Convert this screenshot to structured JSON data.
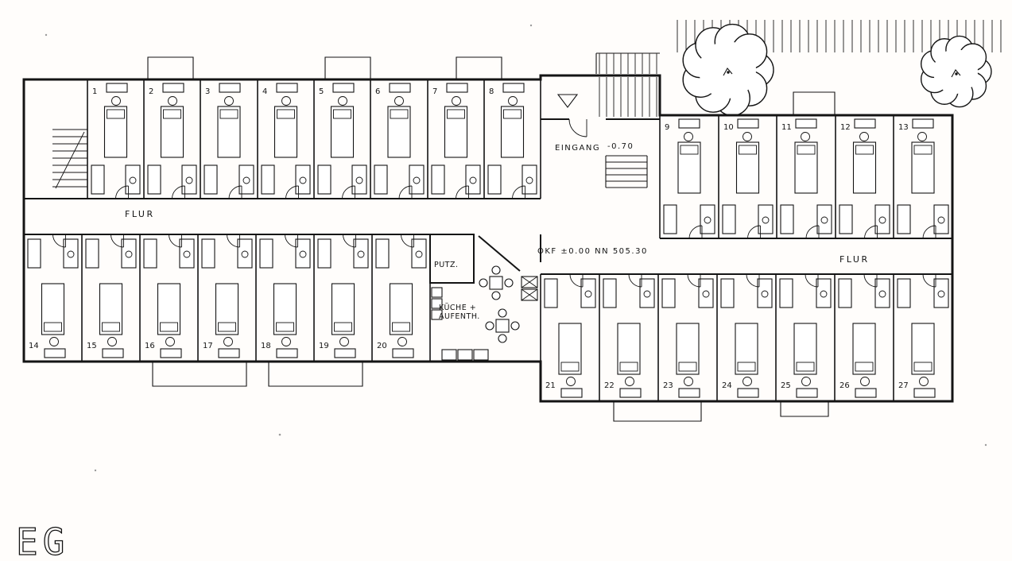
{
  "floor_label": "EG",
  "labels": {
    "flur_left": "FLUR",
    "flur_right": "FLUR",
    "eingang": "EINGANG",
    "entrance_level": "-0.70",
    "datum": "OKF ±0.00   NN 505.30",
    "putz": "PUTZ.",
    "kueche_line1": "KÜCHE +",
    "kueche_line2": "AUFENTH."
  },
  "rooms": [
    "1",
    "2",
    "3",
    "4",
    "5",
    "6",
    "7",
    "8",
    "9",
    "10",
    "11",
    "12",
    "13",
    "14",
    "15",
    "16",
    "17",
    "18",
    "19",
    "20",
    "21",
    "22",
    "23",
    "24",
    "25",
    "26",
    "27"
  ]
}
